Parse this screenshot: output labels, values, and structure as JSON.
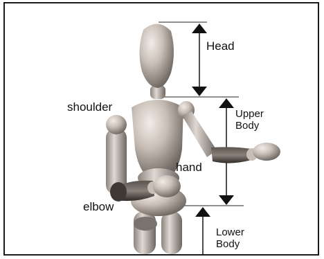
{
  "diagram": {
    "labels": {
      "head": "Head",
      "upper_body": "Upper\nBody",
      "lower_body": "Lower\nBody",
      "shoulder": "shoulder",
      "hand": "hand",
      "elbow": "elbow"
    },
    "colors": {
      "frame": "#1a1a1a",
      "arrow": "#111111",
      "guide_line": "#222222",
      "mannequin_light": "#d9d2cc",
      "mannequin_mid": "#a49a93",
      "mannequin_dark": "#4a4440"
    }
  }
}
